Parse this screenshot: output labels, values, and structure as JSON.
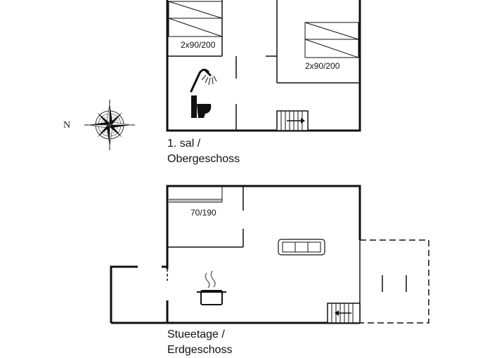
{
  "compass": {
    "north_label": "N"
  },
  "upper_floor": {
    "label_line1": "1. sal /",
    "label_line2": "Obergeschoss",
    "bed_left": "2x90/200",
    "bed_right": "2x90/200"
  },
  "lower_floor": {
    "label_line1": "Stueetage /",
    "label_line2": "Erdgeschoss",
    "bed": "70/190"
  },
  "colors": {
    "wall": "#111111",
    "line": "#222222",
    "background": "#ffffff"
  }
}
